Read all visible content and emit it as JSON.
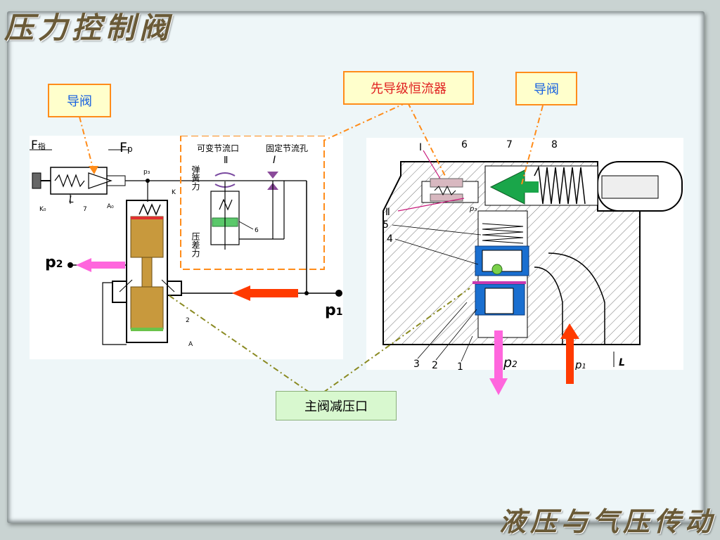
{
  "title": "压力控制阀",
  "subject": "液压与气压传动",
  "callouts": {
    "pilot_valve_left": "导阀",
    "pilot_stage_regulator": "先导级恒流器",
    "pilot_valve_right": "导阀",
    "main_valve_port": "主阀减压口"
  },
  "left_diagram": {
    "f_finger": "F",
    "f_finger_sub": "指",
    "f_p": "F",
    "f_p_sub": "p",
    "k0": "K₀",
    "l": "L",
    "seven": "7",
    "a0": "A₀",
    "p3": "p₃",
    "k": "K",
    "variable_orifice": "可变节流口",
    "fixed_orifice": "固定节流孔",
    "roman_two": "Ⅱ",
    "roman_one": "Ⅰ",
    "spring_force": "弹簧力",
    "pressure_diff_force": "压差力",
    "six": "6",
    "p2": "p",
    "p2_sub": "2",
    "p1": "p",
    "p1_sub": "1",
    "two": "2",
    "a": "A"
  },
  "right_diagram": {
    "n6": "6",
    "n7": "7",
    "n8": "8",
    "roman_one": "Ⅰ",
    "roman_two": "Ⅱ",
    "p3": "p₃",
    "n5": "5",
    "n4": "4",
    "n3": "3",
    "n2": "2",
    "n1": "1",
    "p2": "p",
    "p2_sub": "2",
    "p1": "p",
    "p1_sub": "1",
    "l": "L"
  },
  "colors": {
    "callout_border": "#ff8c1a",
    "callout_fill": "#ffffcc",
    "arrow_red": "#ff3a00",
    "arrow_pink": "#ff66dd",
    "pilot_green": "#1aa64a",
    "spool_blue": "#1a6fd0"
  }
}
